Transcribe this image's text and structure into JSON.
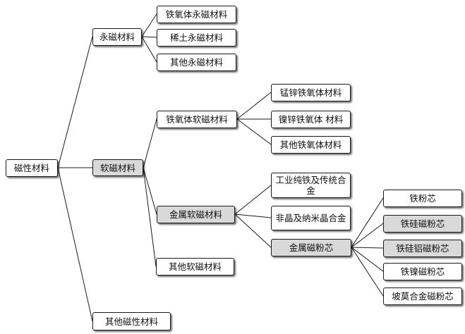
{
  "colors": {
    "box_fill": "#ffffff",
    "highlight_fill": "#d9d9d9",
    "border": "#1a1a1a",
    "line": "#1a1a1a"
  },
  "nodes": {
    "root": "磁性材料",
    "permanent": "永磁材料",
    "soft": "软磁材料",
    "other_magnetic": "其他磁性材料",
    "ferrite_permanent": "铁氧体永磁材料",
    "rare_earth_permanent": "稀土永磁材料",
    "other_permanent": "其他永磁材料",
    "ferrite_soft": "铁氧体软磁材料",
    "metal_soft": "金属软磁材料",
    "other_soft": "其他软磁材料",
    "mnzn_ferrite": "锰锌铁氧体材料",
    "nizn_ferrite": "镍锌铁氧体 材料",
    "other_ferrite": "其他铁氧体材料",
    "pure_iron": "工业纯铁及传统合金",
    "amorphous": "非晶及纳米晶合金",
    "metal_powder_core": "金属磁粉芯",
    "iron_powder_core": "铁粉芯",
    "fesi_powder_core": "铁硅磁粉芯",
    "fesial_powder_core": "铁硅铝磁粉芯",
    "feni_powder_core": "铁镍磁粉芯",
    "mpp_powder_core": "坡莫合金磁粉芯"
  }
}
